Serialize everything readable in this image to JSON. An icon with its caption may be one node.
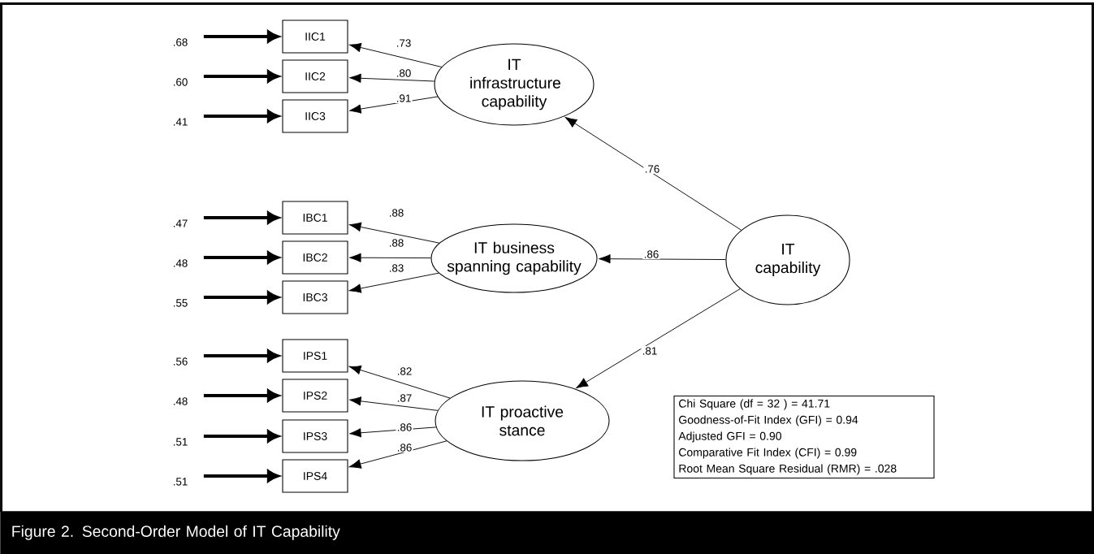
{
  "diagram": {
    "caption": "Figure 2.  Second-Order Model of IT Capability",
    "nodes": [
      {
        "text": [
          "IT infrastructure capability"
        ]
      },
      {
        "text": [
          "IT business spanning capability"
        ]
      },
      {
        "text": [
          "IT proactive stance"
        ]
      },
      {
        "text": [
          "IT capability"
        ]
      },
      {
        "text": [
          "IIC1"
        ]
      },
      {
        "text": [
          "IIC2"
        ]
      },
      {
        "text": [
          "IIC3"
        ]
      },
      {
        "text": [
          "IBC1"
        ]
      },
      {
        "text": [
          "IBC2"
        ]
      },
      {
        "text": [
          "IBC3"
        ]
      },
      {
        "text": [
          "IPS1"
        ]
      },
      {
        "text": [
          "IPS2"
        ]
      },
      {
        "text": [
          "IPS3"
        ]
      },
      {
        "text": [
          "IPS4"
        ]
      },
      {
        "text": [
          ".68"
        ]
      },
      {
        "text": [
          ".60"
        ]
      },
      {
        "text": [
          ".41"
        ]
      },
      {
        "text": [
          ".47"
        ]
      },
      {
        "text": [
          ".48"
        ]
      },
      {
        "text": [
          ".55"
        ]
      },
      {
        "text": [
          ".56"
        ]
      },
      {
        "text": [
          ".48"
        ]
      },
      {
        "text": [
          ".51"
        ]
      },
      {
        "text": [
          ".51"
        ]
      },
      {
        "text": [
          "Chi Square (df = 32 ) = 41.71",
          "Goodness-of-Fit Index (GFI) = 0.94",
          "Adjusted GFI = 0.90",
          "Comparative Fit Index (CFI) = 0.99",
          "Root Mean Square Residual (RMR) = .028"
        ]
      }
    ],
    "edges": [
      {
        "from": 3,
        "to": 0,
        "arrow": "to",
        "label": ".76"
      },
      {
        "from": 3,
        "to": 1,
        "arrow": "to",
        "label": ".86"
      },
      {
        "from": 3,
        "to": 2,
        "arrow": "to",
        "label": ".81"
      },
      {
        "from": 0,
        "to": 4,
        "arrow": "to",
        "label": ".73"
      },
      {
        "from": 0,
        "to": 5,
        "arrow": "to",
        "label": ".80"
      },
      {
        "from": 0,
        "to": 6,
        "arrow": "to",
        "label": ".91"
      },
      {
        "from": 1,
        "to": 7,
        "arrow": "to",
        "label": ".88"
      },
      {
        "from": 1,
        "to": 8,
        "arrow": "to",
        "label": ".88"
      },
      {
        "from": 1,
        "to": 9,
        "arrow": "to",
        "label": ".83"
      },
      {
        "from": 2,
        "to": 10,
        "arrow": "to",
        "label": ".82"
      },
      {
        "from": 2,
        "to": 11,
        "arrow": "to",
        "label": ".87"
      },
      {
        "from": 2,
        "to": 12,
        "arrow": "to",
        "label": ".86"
      },
      {
        "from": 2,
        "to": 13,
        "arrow": "to",
        "label": ".86"
      },
      {
        "from": 14,
        "to": 4,
        "arrow": "to",
        "style": "thick"
      },
      {
        "from": 15,
        "to": 5,
        "arrow": "to",
        "style": "thick"
      },
      {
        "from": 16,
        "to": 6,
        "arrow": "to",
        "style": "thick"
      },
      {
        "from": 17,
        "to": 7,
        "arrow": "to",
        "style": "thick"
      },
      {
        "from": 18,
        "to": 8,
        "arrow": "to",
        "style": "thick"
      },
      {
        "from": 19,
        "to": 9,
        "arrow": "to",
        "style": "thick"
      },
      {
        "from": 20,
        "to": 10,
        "arrow": "to",
        "style": "thick"
      },
      {
        "from": 21,
        "to": 11,
        "arrow": "to",
        "style": "thick"
      },
      {
        "from": 22,
        "to": 12,
        "arrow": "to",
        "style": "thick"
      },
      {
        "from": 23,
        "to": 13,
        "arrow": "to",
        "style": "thick"
      }
    ]
  }
}
